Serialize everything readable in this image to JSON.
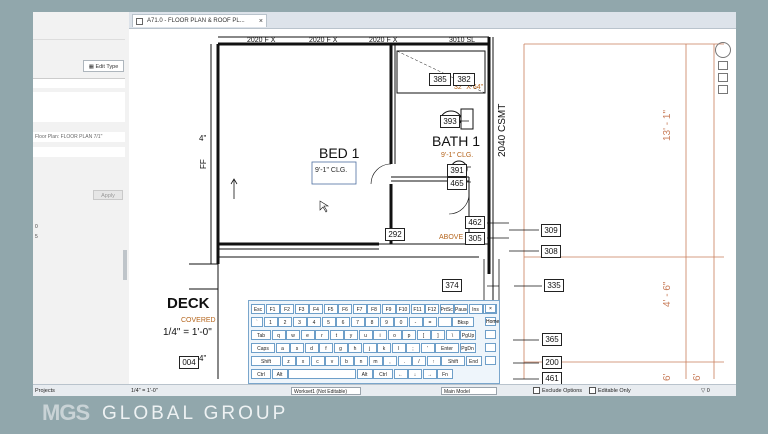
{
  "tab": {
    "title": "A71.0 - FLOOR PLAN & ROOF PL...",
    "close": "×"
  },
  "properties": {
    "edit_type_label": "Edit Type",
    "view_label": "Floor Plan: FLOOR PLAN 7/1\"",
    "apply_label": "Apply",
    "rows": [
      "",
      "",
      "",
      "",
      "",
      "",
      "",
      "",
      ""
    ],
    "side_small_1": "0",
    "side_small_2": "5"
  },
  "plan": {
    "top_dims": [
      "2020 F X",
      "2020 F X",
      "2020 F X",
      "3010 SL"
    ],
    "rooms": {
      "bed": "BED 1",
      "bed_ceiling": "9'-1\" CLG.",
      "bath": "BATH 1",
      "bath_ceiling": "9'-1\" CLG.",
      "deck": "DECK",
      "deck_sub": "COVERED",
      "deck_scale": "1/4\" = 1'-0\"",
      "above": "ABOVE"
    },
    "dims": {
      "d1": "13' - 1\"",
      "d2": "4' - 6\"",
      "d3": "6'",
      "d4": "4\"",
      "d5": "FF",
      "d6": "4\"",
      "d7": "2040 CSMT",
      "d8": "32\" X 64\""
    },
    "tags": [
      "385",
      "382",
      "393",
      "391",
      "465",
      "462",
      "305",
      "292",
      "309",
      "308",
      "374",
      "335",
      "365",
      "200",
      "461",
      "004"
    ]
  },
  "keyboard": {
    "rows": [
      [
        "Esc",
        "F1",
        "F2",
        "F3",
        "F4",
        "F5",
        "F6",
        "F7",
        "F8",
        "F9",
        "F10",
        "F11",
        "F12",
        "PrtScn",
        "Pause",
        "Ins",
        "Del"
      ],
      [
        "`",
        "1",
        "2",
        "3",
        "4",
        "5",
        "6",
        "7",
        "8",
        "9",
        "0",
        "-",
        "=",
        "",
        "Bksp"
      ],
      [
        "Tab",
        "q",
        "w",
        "e",
        "r",
        "t",
        "y",
        "u",
        "i",
        "o",
        "p",
        "[",
        "]",
        "\\",
        "PgUp"
      ],
      [
        "Caps",
        "a",
        "s",
        "d",
        "f",
        "g",
        "h",
        "j",
        "k",
        "l",
        ";",
        "'",
        "Enter",
        "PgDn"
      ],
      [
        "Shift",
        "z",
        "x",
        "c",
        "v",
        "b",
        "n",
        "m",
        ",",
        ".",
        "/",
        "↑",
        "Shift",
        "End"
      ],
      [
        "Ctrl",
        "Alt",
        "",
        "Alt",
        "Ctrl",
        "←",
        "↓",
        "→",
        "Fn"
      ]
    ],
    "side_buttons": [
      "×",
      "Home",
      "",
      "",
      ""
    ]
  },
  "status": {
    "left_text": "Projects",
    "scale": "1/4\" = 1'-0\"",
    "workset": "Workset1 (Not Editable)",
    "model": "Main Model",
    "exclude_options": "Exclude Options",
    "editable_only": "Editable Only",
    "filter_count": "0"
  },
  "brand": {
    "mark": "MGS",
    "name": "GLOBAL GROUP"
  }
}
